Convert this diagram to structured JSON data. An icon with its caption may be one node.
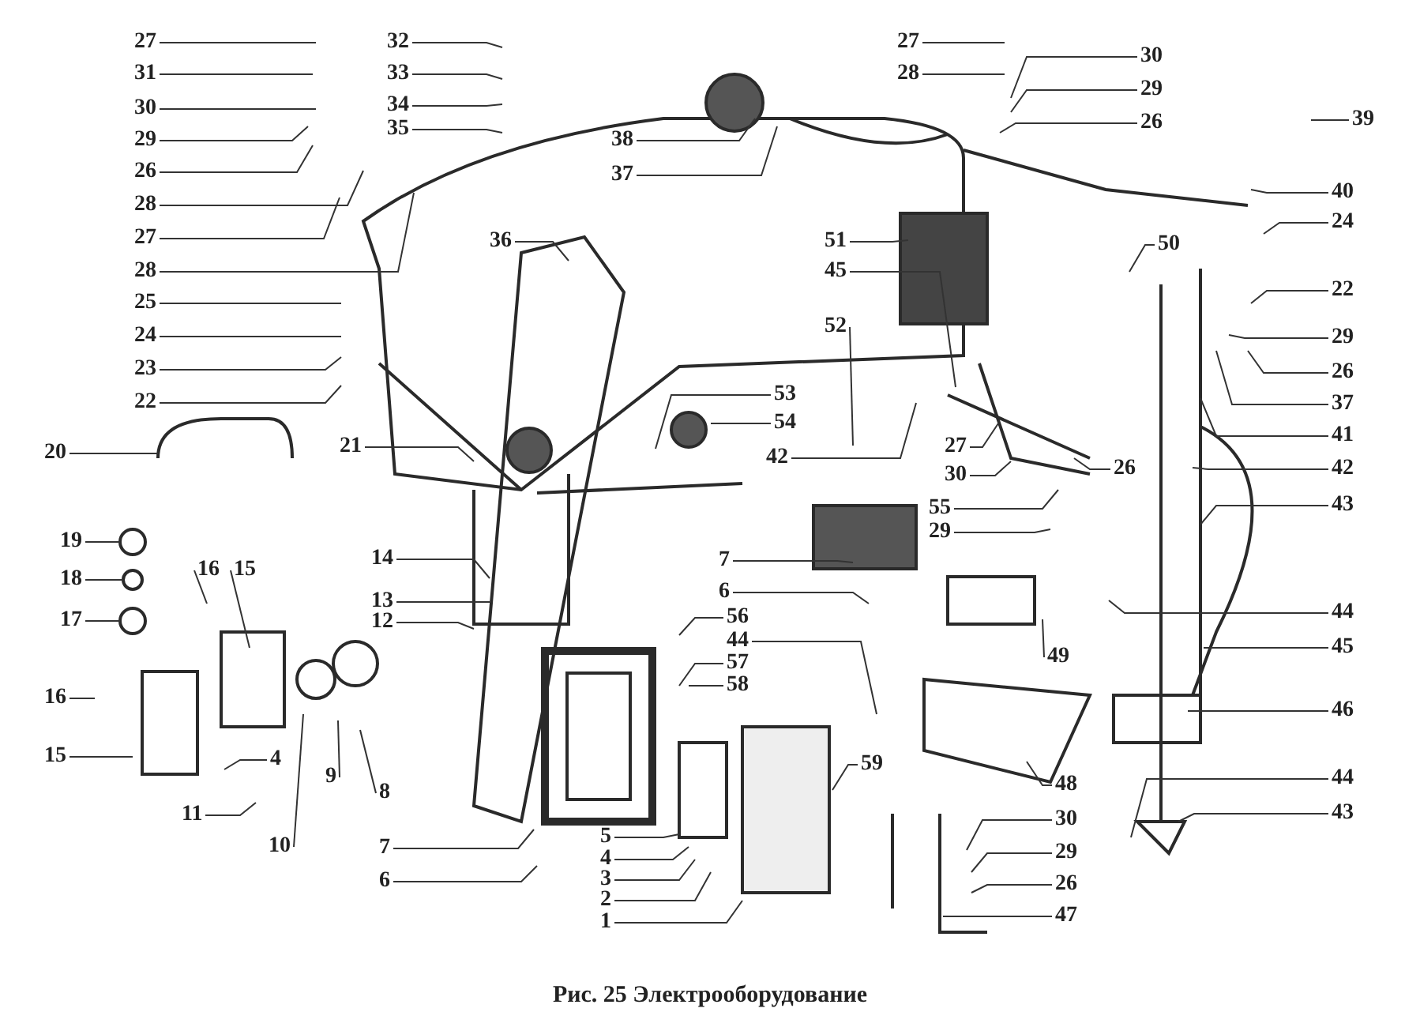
{
  "diagram": {
    "caption": "Рис. 25 Электрооборудование",
    "nodes": [
      {
        "text": [
          "27"
        ]
      },
      {
        "text": [
          "31"
        ]
      },
      {
        "text": [
          "30"
        ]
      },
      {
        "text": [
          "29"
        ]
      },
      {
        "text": [
          "26"
        ]
      },
      {
        "text": [
          "28"
        ]
      },
      {
        "text": [
          "27"
        ]
      },
      {
        "text": [
          "28"
        ]
      },
      {
        "text": [
          "25"
        ]
      },
      {
        "text": [
          "24"
        ]
      },
      {
        "text": [
          "23"
        ]
      },
      {
        "text": [
          "22"
        ]
      },
      {
        "text": [
          "20"
        ]
      },
      {
        "text": [
          "19"
        ]
      },
      {
        "text": [
          "18"
        ]
      },
      {
        "text": [
          "17"
        ]
      },
      {
        "text": [
          "16"
        ]
      },
      {
        "text": [
          "15"
        ]
      },
      {
        "text": [
          "14"
        ]
      },
      {
        "text": [
          "13"
        ]
      },
      {
        "text": [
          "12"
        ]
      },
      {
        "text": [
          "16"
        ]
      },
      {
        "text": [
          "15"
        ]
      },
      {
        "text": [
          "4"
        ]
      },
      {
        "text": [
          "11"
        ]
      },
      {
        "text": [
          "10"
        ]
      },
      {
        "text": [
          "9"
        ]
      },
      {
        "text": [
          "8"
        ]
      },
      {
        "text": [
          "7"
        ]
      },
      {
        "text": [
          "6"
        ]
      },
      {
        "text": [
          "32"
        ]
      },
      {
        "text": [
          "33"
        ]
      },
      {
        "text": [
          "34"
        ]
      },
      {
        "text": [
          "35"
        ]
      },
      {
        "text": [
          "38"
        ]
      },
      {
        "text": [
          "37"
        ]
      },
      {
        "text": [
          "36"
        ]
      },
      {
        "text": [
          "21"
        ]
      },
      {
        "text": [
          "53"
        ]
      },
      {
        "text": [
          "54"
        ]
      },
      {
        "text": [
          "42"
        ]
      },
      {
        "text": [
          "51"
        ]
      },
      {
        "text": [
          "45"
        ]
      },
      {
        "text": [
          "52"
        ]
      },
      {
        "text": [
          "27"
        ]
      },
      {
        "text": [
          "28"
        ]
      },
      {
        "text": [
          "27"
        ]
      },
      {
        "text": [
          "30"
        ]
      },
      {
        "text": [
          "55"
        ]
      },
      {
        "text": [
          "29"
        ]
      },
      {
        "text": [
          "30"
        ]
      },
      {
        "text": [
          "29"
        ]
      },
      {
        "text": [
          "26"
        ]
      },
      {
        "text": [
          "39"
        ]
      },
      {
        "text": [
          "40"
        ]
      },
      {
        "text": [
          "24"
        ]
      },
      {
        "text": [
          "22"
        ]
      },
      {
        "text": [
          "29"
        ]
      },
      {
        "text": [
          "26"
        ]
      },
      {
        "text": [
          "37"
        ]
      },
      {
        "text": [
          "41"
        ]
      },
      {
        "text": [
          "42"
        ]
      },
      {
        "text": [
          "43"
        ]
      },
      {
        "text": [
          "50"
        ]
      },
      {
        "text": [
          "26"
        ]
      },
      {
        "text": [
          "44"
        ]
      },
      {
        "text": [
          "45"
        ]
      },
      {
        "text": [
          "46"
        ]
      },
      {
        "text": [
          "44"
        ]
      },
      {
        "text": [
          "43"
        ]
      },
      {
        "text": [
          "7"
        ]
      },
      {
        "text": [
          "6"
        ]
      },
      {
        "text": [
          "49"
        ]
      },
      {
        "text": [
          "48"
        ]
      },
      {
        "text": [
          "56"
        ]
      },
      {
        "text": [
          "44"
        ]
      },
      {
        "text": [
          "57"
        ]
      },
      {
        "text": [
          "58"
        ]
      },
      {
        "text": [
          "59"
        ]
      },
      {
        "text": [
          "5"
        ]
      },
      {
        "text": [
          "4"
        ]
      },
      {
        "text": [
          "3"
        ]
      },
      {
        "text": [
          "2"
        ]
      },
      {
        "text": [
          "1"
        ]
      },
      {
        "text": [
          "30"
        ]
      },
      {
        "text": [
          "29"
        ]
      },
      {
        "text": [
          "26"
        ]
      },
      {
        "text": [
          "47"
        ]
      }
    ],
    "edges": [
      {
        "from": 0,
        "to": null,
        "arrow": "none"
      },
      {
        "from": 1,
        "to": null,
        "arrow": "none"
      },
      {
        "from": 2,
        "to": null,
        "arrow": "none"
      },
      {
        "from": 3,
        "to": null,
        "arrow": "none"
      },
      {
        "from": 4,
        "to": null,
        "arrow": "none"
      },
      {
        "from": 5,
        "to": null,
        "arrow": "none"
      },
      {
        "from": 6,
        "to": null,
        "arrow": "none"
      },
      {
        "from": 7,
        "to": null,
        "arrow": "none"
      },
      {
        "from": 8,
        "to": null,
        "arrow": "none"
      },
      {
        "from": 9,
        "to": null,
        "arrow": "none"
      },
      {
        "from": 10,
        "to": null,
        "arrow": "none"
      },
      {
        "from": 11,
        "to": null,
        "arrow": "none"
      },
      {
        "from": 12,
        "to": null,
        "arrow": "none"
      },
      {
        "from": 13,
        "to": null,
        "arrow": "none"
      },
      {
        "from": 14,
        "to": null,
        "arrow": "none"
      },
      {
        "from": 15,
        "to": null,
        "arrow": "none"
      },
      {
        "from": 16,
        "to": null,
        "arrow": "none"
      },
      {
        "from": 17,
        "to": null,
        "arrow": "none"
      },
      {
        "from": 18,
        "to": null,
        "arrow": "none"
      },
      {
        "from": 19,
        "to": null,
        "arrow": "none"
      },
      {
        "from": 20,
        "to": null,
        "arrow": "none"
      },
      {
        "from": 21,
        "to": null,
        "arrow": "none"
      },
      {
        "from": 22,
        "to": null,
        "arrow": "none"
      },
      {
        "from": 23,
        "to": null,
        "arrow": "none"
      },
      {
        "from": 24,
        "to": null,
        "arrow": "none"
      },
      {
        "from": 25,
        "to": null,
        "arrow": "none"
      },
      {
        "from": 26,
        "to": null,
        "arrow": "none"
      },
      {
        "from": 27,
        "to": null,
        "arrow": "none"
      },
      {
        "from": 28,
        "to": null,
        "arrow": "none"
      },
      {
        "from": 29,
        "to": null,
        "arrow": "none"
      },
      {
        "from": 30,
        "to": null,
        "arrow": "none"
      },
      {
        "from": 31,
        "to": null,
        "arrow": "none"
      },
      {
        "from": 32,
        "to": null,
        "arrow": "none"
      },
      {
        "from": 33,
        "to": null,
        "arrow": "none"
      },
      {
        "from": 34,
        "to": null,
        "arrow": "none"
      },
      {
        "from": 35,
        "to": null,
        "arrow": "none"
      },
      {
        "from": 36,
        "to": null,
        "arrow": "none"
      },
      {
        "from": 37,
        "to": null,
        "arrow": "none"
      },
      {
        "from": 38,
        "to": null,
        "arrow": "none"
      },
      {
        "from": 39,
        "to": null,
        "arrow": "none"
      },
      {
        "from": 40,
        "to": null,
        "arrow": "none"
      },
      {
        "from": 41,
        "to": null,
        "arrow": "none"
      },
      {
        "from": 42,
        "to": null,
        "arrow": "none"
      },
      {
        "from": 43,
        "to": null,
        "arrow": "none"
      },
      {
        "from": 44,
        "to": null,
        "arrow": "none"
      },
      {
        "from": 45,
        "to": null,
        "arrow": "none"
      },
      {
        "from": 46,
        "to": null,
        "arrow": "none"
      },
      {
        "from": 47,
        "to": null,
        "arrow": "none"
      },
      {
        "from": 48,
        "to": null,
        "arrow": "none"
      },
      {
        "from": 49,
        "to": null,
        "arrow": "none"
      },
      {
        "from": 50,
        "to": null,
        "arrow": "none"
      },
      {
        "from": 51,
        "to": null,
        "arrow": "none"
      },
      {
        "from": 52,
        "to": null,
        "arrow": "none"
      },
      {
        "from": 53,
        "to": null,
        "arrow": "none"
      },
      {
        "from": 54,
        "to": null,
        "arrow": "none"
      },
      {
        "from": 55,
        "to": null,
        "arrow": "none"
      },
      {
        "from": 56,
        "to": null,
        "arrow": "none"
      },
      {
        "from": 57,
        "to": null,
        "arrow": "none"
      },
      {
        "from": 58,
        "to": null,
        "arrow": "none"
      },
      {
        "from": 59,
        "to": null,
        "arrow": "none"
      },
      {
        "from": 60,
        "to": null,
        "arrow": "none"
      },
      {
        "from": 61,
        "to": null,
        "arrow": "none"
      },
      {
        "from": 62,
        "to": null,
        "arrow": "none"
      },
      {
        "from": 63,
        "to": null,
        "arrow": "none"
      },
      {
        "from": 64,
        "to": null,
        "arrow": "none"
      },
      {
        "from": 65,
        "to": null,
        "arrow": "none"
      },
      {
        "from": 66,
        "to": null,
        "arrow": "none"
      },
      {
        "from": 67,
        "to": null,
        "arrow": "none"
      },
      {
        "from": 68,
        "to": null,
        "arrow": "none"
      },
      {
        "from": 69,
        "to": null,
        "arrow": "none"
      },
      {
        "from": 70,
        "to": null,
        "arrow": "none"
      },
      {
        "from": 71,
        "to": null,
        "arrow": "none"
      },
      {
        "from": 72,
        "to": null,
        "arrow": "none"
      },
      {
        "from": 73,
        "to": null,
        "arrow": "none"
      },
      {
        "from": 74,
        "to": null,
        "arrow": "none"
      },
      {
        "from": 75,
        "to": null,
        "arrow": "none"
      },
      {
        "from": 76,
        "to": null,
        "arrow": "none"
      },
      {
        "from": 77,
        "to": null,
        "arrow": "none"
      },
      {
        "from": 78,
        "to": null,
        "arrow": "none"
      },
      {
        "from": 79,
        "to": null,
        "arrow": "none"
      },
      {
        "from": 80,
        "to": null,
        "arrow": "none"
      },
      {
        "from": 81,
        "to": null,
        "arrow": "none"
      },
      {
        "from": 82,
        "to": null,
        "arrow": "none"
      },
      {
        "from": 83,
        "to": null,
        "arrow": "none"
      },
      {
        "from": 84,
        "to": null,
        "arrow": "none"
      },
      {
        "from": 85,
        "to": null,
        "arrow": "none"
      },
      {
        "from": 86,
        "to": null,
        "arrow": "none"
      },
      {
        "from": 87,
        "to": null,
        "arrow": "none"
      }
    ]
  }
}
